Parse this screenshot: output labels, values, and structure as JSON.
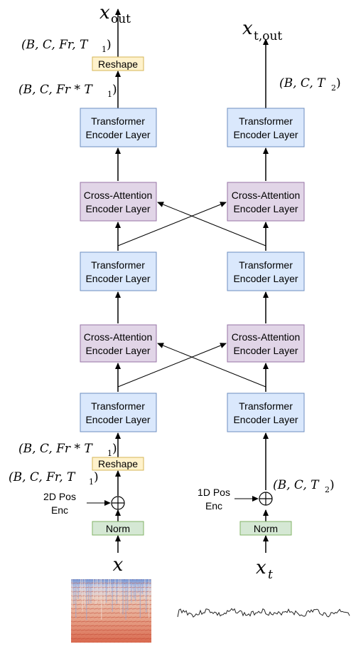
{
  "labels": {
    "transformer_line1": "Transformer",
    "transformer_line2": "Encoder Layer",
    "cross_line1": "Cross-Attention",
    "cross_line2": "Encoder Layer",
    "reshape": "Reshape",
    "norm": "Norm",
    "pos2d_line1": "2D Pos",
    "pos2d_line2": "Enc",
    "pos1d_line1": "1D Pos",
    "pos1d_line2": "Enc"
  },
  "math": {
    "x_out_base": "x",
    "x_out_sub": "out",
    "xt_out_base": "x",
    "xt_out_sub": "t,out",
    "x_in": "x",
    "xt_in_base": "x",
    "xt_in_sub": "t",
    "shape_bcfrt1": "(B, C, Fr, T",
    "shape_bcfrt1_sub": "1",
    "shape_bcfrt1_flat": "(B, C, Fr * T",
    "shape_bcfrt1_flat_sub": "1",
    "shape_bct2": "(B, C, T",
    "shape_bct2_sub": "2",
    "close_paren": ")"
  },
  "colors": {
    "transformer_fill": "#dae8fc",
    "transformer_stroke": "#6c8ebf",
    "cross_fill": "#e1d5e7",
    "cross_stroke": "#9673a6",
    "reshape_fill": "#fff2cc",
    "reshape_stroke": "#d6b656",
    "norm_fill": "#d5e8d4",
    "norm_stroke": "#82b366"
  },
  "icons": {
    "spectrogram": "spectrogram-image",
    "waveform": "waveform-image"
  }
}
